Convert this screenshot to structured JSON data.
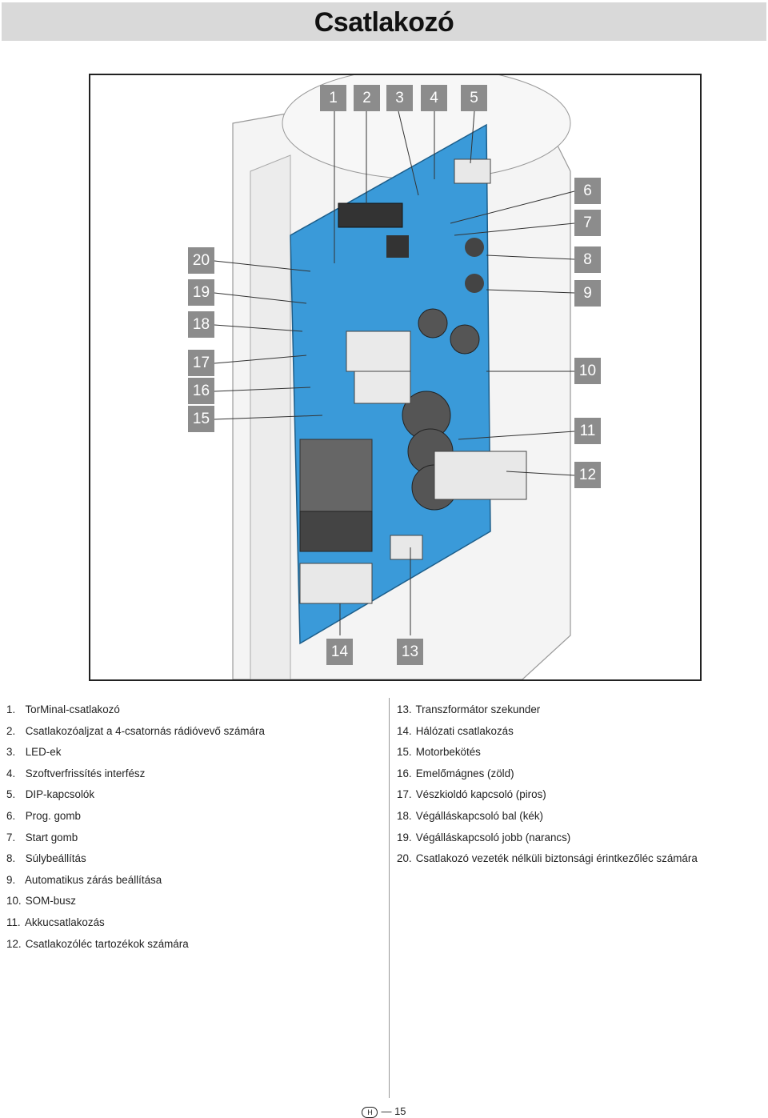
{
  "title": "Csatlakozó",
  "figure": {
    "callouts": [
      "1",
      "2",
      "3",
      "4",
      "5",
      "6",
      "7",
      "8",
      "9",
      "10",
      "11",
      "12",
      "13",
      "14",
      "15",
      "16",
      "17",
      "18",
      "19",
      "20"
    ]
  },
  "legend_left": [
    {
      "num": "1.",
      "text": "TorMinal-csatlakozó"
    },
    {
      "num": "2.",
      "text": "Csatlakozóaljzat a 4-csatornás rádióvevő számára"
    },
    {
      "num": "3.",
      "text": "LED-ek"
    },
    {
      "num": "4.",
      "text": "Szoftverfrissítés interfész"
    },
    {
      "num": "5.",
      "text": "DIP-kapcsolók"
    },
    {
      "num": "6.",
      "text": "Prog. gomb"
    },
    {
      "num": "7.",
      "text": "Start gomb"
    },
    {
      "num": "8.",
      "text": "Súlybeállítás"
    },
    {
      "num": "9.",
      "text": "Automatikus zárás beállítása"
    },
    {
      "num": "10.",
      "text": "SOM-busz"
    },
    {
      "num": "11.",
      "text": "Akkucsatlakozás"
    },
    {
      "num": "12.",
      "text": "Csatlakozóléc tartozékok számára"
    }
  ],
  "legend_right": [
    {
      "num": "13.",
      "text": "Transzformátor szekunder"
    },
    {
      "num": "14.",
      "text": "Hálózati csatlakozás"
    },
    {
      "num": "15.",
      "text": "Motorbekötés"
    },
    {
      "num": "16.",
      "text": "Emelőmágnes (zöld)"
    },
    {
      "num": "17.",
      "text": "Vészkioldó kapcsoló (piros)"
    },
    {
      "num": "18.",
      "text": "Végálláskapcsoló bal (kék)"
    },
    {
      "num": "19.",
      "text": "Végálláskapcsoló jobb (narancs)"
    },
    {
      "num": "20.",
      "text": "Csatlakozó vezeték nélküli biztonsági érintkezőléc számára"
    }
  ],
  "footer": {
    "country": "H",
    "page": "— 15"
  },
  "colors": {
    "board": "#3a9ad9",
    "callout_bg": "#8c8c8c",
    "title_bar": "#d9d9d9"
  }
}
